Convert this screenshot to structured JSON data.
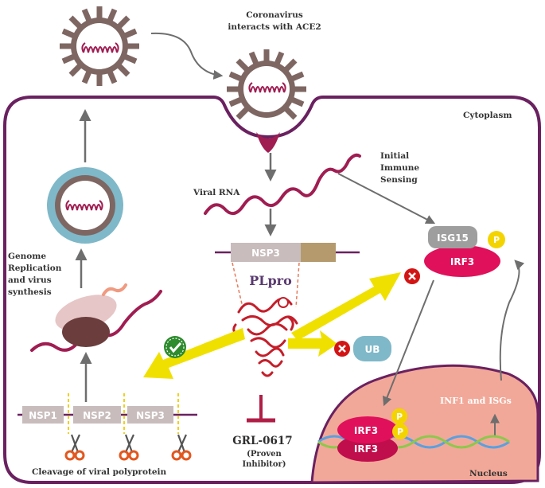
{
  "labels": {
    "coronavirus_line1": "Coronavirus",
    "coronavirus_line2": "interacts with ACE2",
    "cytoplasm": "Cytoplasm",
    "viral_rna": "Viral RNA",
    "immune_line1": "Initial",
    "immune_line2": "Immune",
    "immune_line3": "Sensing",
    "genome_line1": "Genome",
    "genome_line2": "Replication",
    "genome_line3": "and virus",
    "genome_line4": "synthesis",
    "nsp3_box": "NSP3",
    "plpro": "PLpro",
    "isg15": "ISG15",
    "irf3": "IRF3",
    "p": "P",
    "ub": "UB",
    "inf1_isgs": "INF1 and ISGs",
    "nucleus": "Nucleus",
    "nsp1": "NSP1",
    "nsp2": "NSP2",
    "nsp3": "NSP3",
    "cleavage": "Cleavage of viral polyprotein",
    "grl": "GRL-0617",
    "proven_line1": "(Proven",
    "proven_line2": "Inhibitor)"
  },
  "icons": {
    "virus": "coronavirus-icon",
    "scissors": "scissors-icon",
    "check": "check-mark-icon",
    "cross": "cross-mark-icon"
  },
  "colors": {
    "cell_membrane": "#6a2160",
    "virus_body": "#7e6662",
    "rna": "#a01d52",
    "irf3": "#e0105a",
    "isg15": "#9e9e9e",
    "phospho": "#f4d400",
    "ub": "#7fb8c8",
    "nucleus": "#f2a898",
    "yellow_arrow": "#f0e000",
    "nsp_box": "#c8bcbc",
    "nsp3_domain": "#b59a6e",
    "inhibitor": "#b01e46",
    "check_green": "#2e8b2e",
    "cross_red": "#d21414"
  }
}
